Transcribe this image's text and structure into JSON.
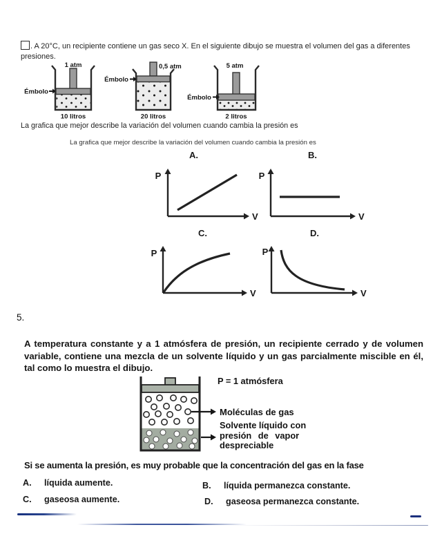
{
  "q4": {
    "intro": ". A 20°C, un recipiente contiene un gas seco X. En el siguiente dibujo se muestra el volumen del gas a diferentes presiones.",
    "pistons": [
      {
        "pressure": "1 atm",
        "piston_label": "Émbolo",
        "volume": "10 litros"
      },
      {
        "pressure": "0,5 atm",
        "piston_label": "Émbolo",
        "volume": "20 litros"
      },
      {
        "pressure": "5 atm",
        "piston_label": "Émbolo",
        "volume": "2 litros"
      }
    ],
    "prompt": "La grafica que mejor describe la variación del volumen cuando cambia la presión es",
    "prompt_repeat": "La grafica que mejor describe la variación del volumen cuando cambia la presión es",
    "graphs": [
      {
        "label": "A.",
        "y_axis": "P",
        "x_axis": "V",
        "shape": "rising-straight-line"
      },
      {
        "label": "B.",
        "y_axis": "P",
        "x_axis": "V",
        "shape": "horizontal-line"
      },
      {
        "label": "C.",
        "y_axis": "P",
        "x_axis": "V",
        "shape": "concave-increasing-curve"
      },
      {
        "label": "D.",
        "y_axis": "P",
        "x_axis": "V",
        "shape": "hyperbolic-decreasing-curve"
      }
    ]
  },
  "q5": {
    "number": "5.",
    "paragraph": "A temperatura constante y a 1 atmósfera de presión, un recipiente cerrado y de volumen variable, contiene una mezcla de un solvente líquido y un gas parcialmente miscible en él, tal como lo muestra el dibujo.",
    "diagram": {
      "pressure_label": "P = 1 atmósfera",
      "gas_label": "Moléculas de gas",
      "solvent_line1": "Solvente líquido con",
      "solvent_line2": "presión de vapor",
      "solvent_line3": "despreciable"
    },
    "question": "Si se aumenta la presión, es muy probable que la concentración del gas en la fase",
    "options": [
      {
        "letter": "A.",
        "text": "líquida aumente."
      },
      {
        "letter": "B.",
        "text": "líquida permanezca constante."
      },
      {
        "letter": "C.",
        "text": "gaseosa aumente."
      },
      {
        "letter": "D.",
        "text": "gaseosa permanezca constante."
      }
    ]
  }
}
